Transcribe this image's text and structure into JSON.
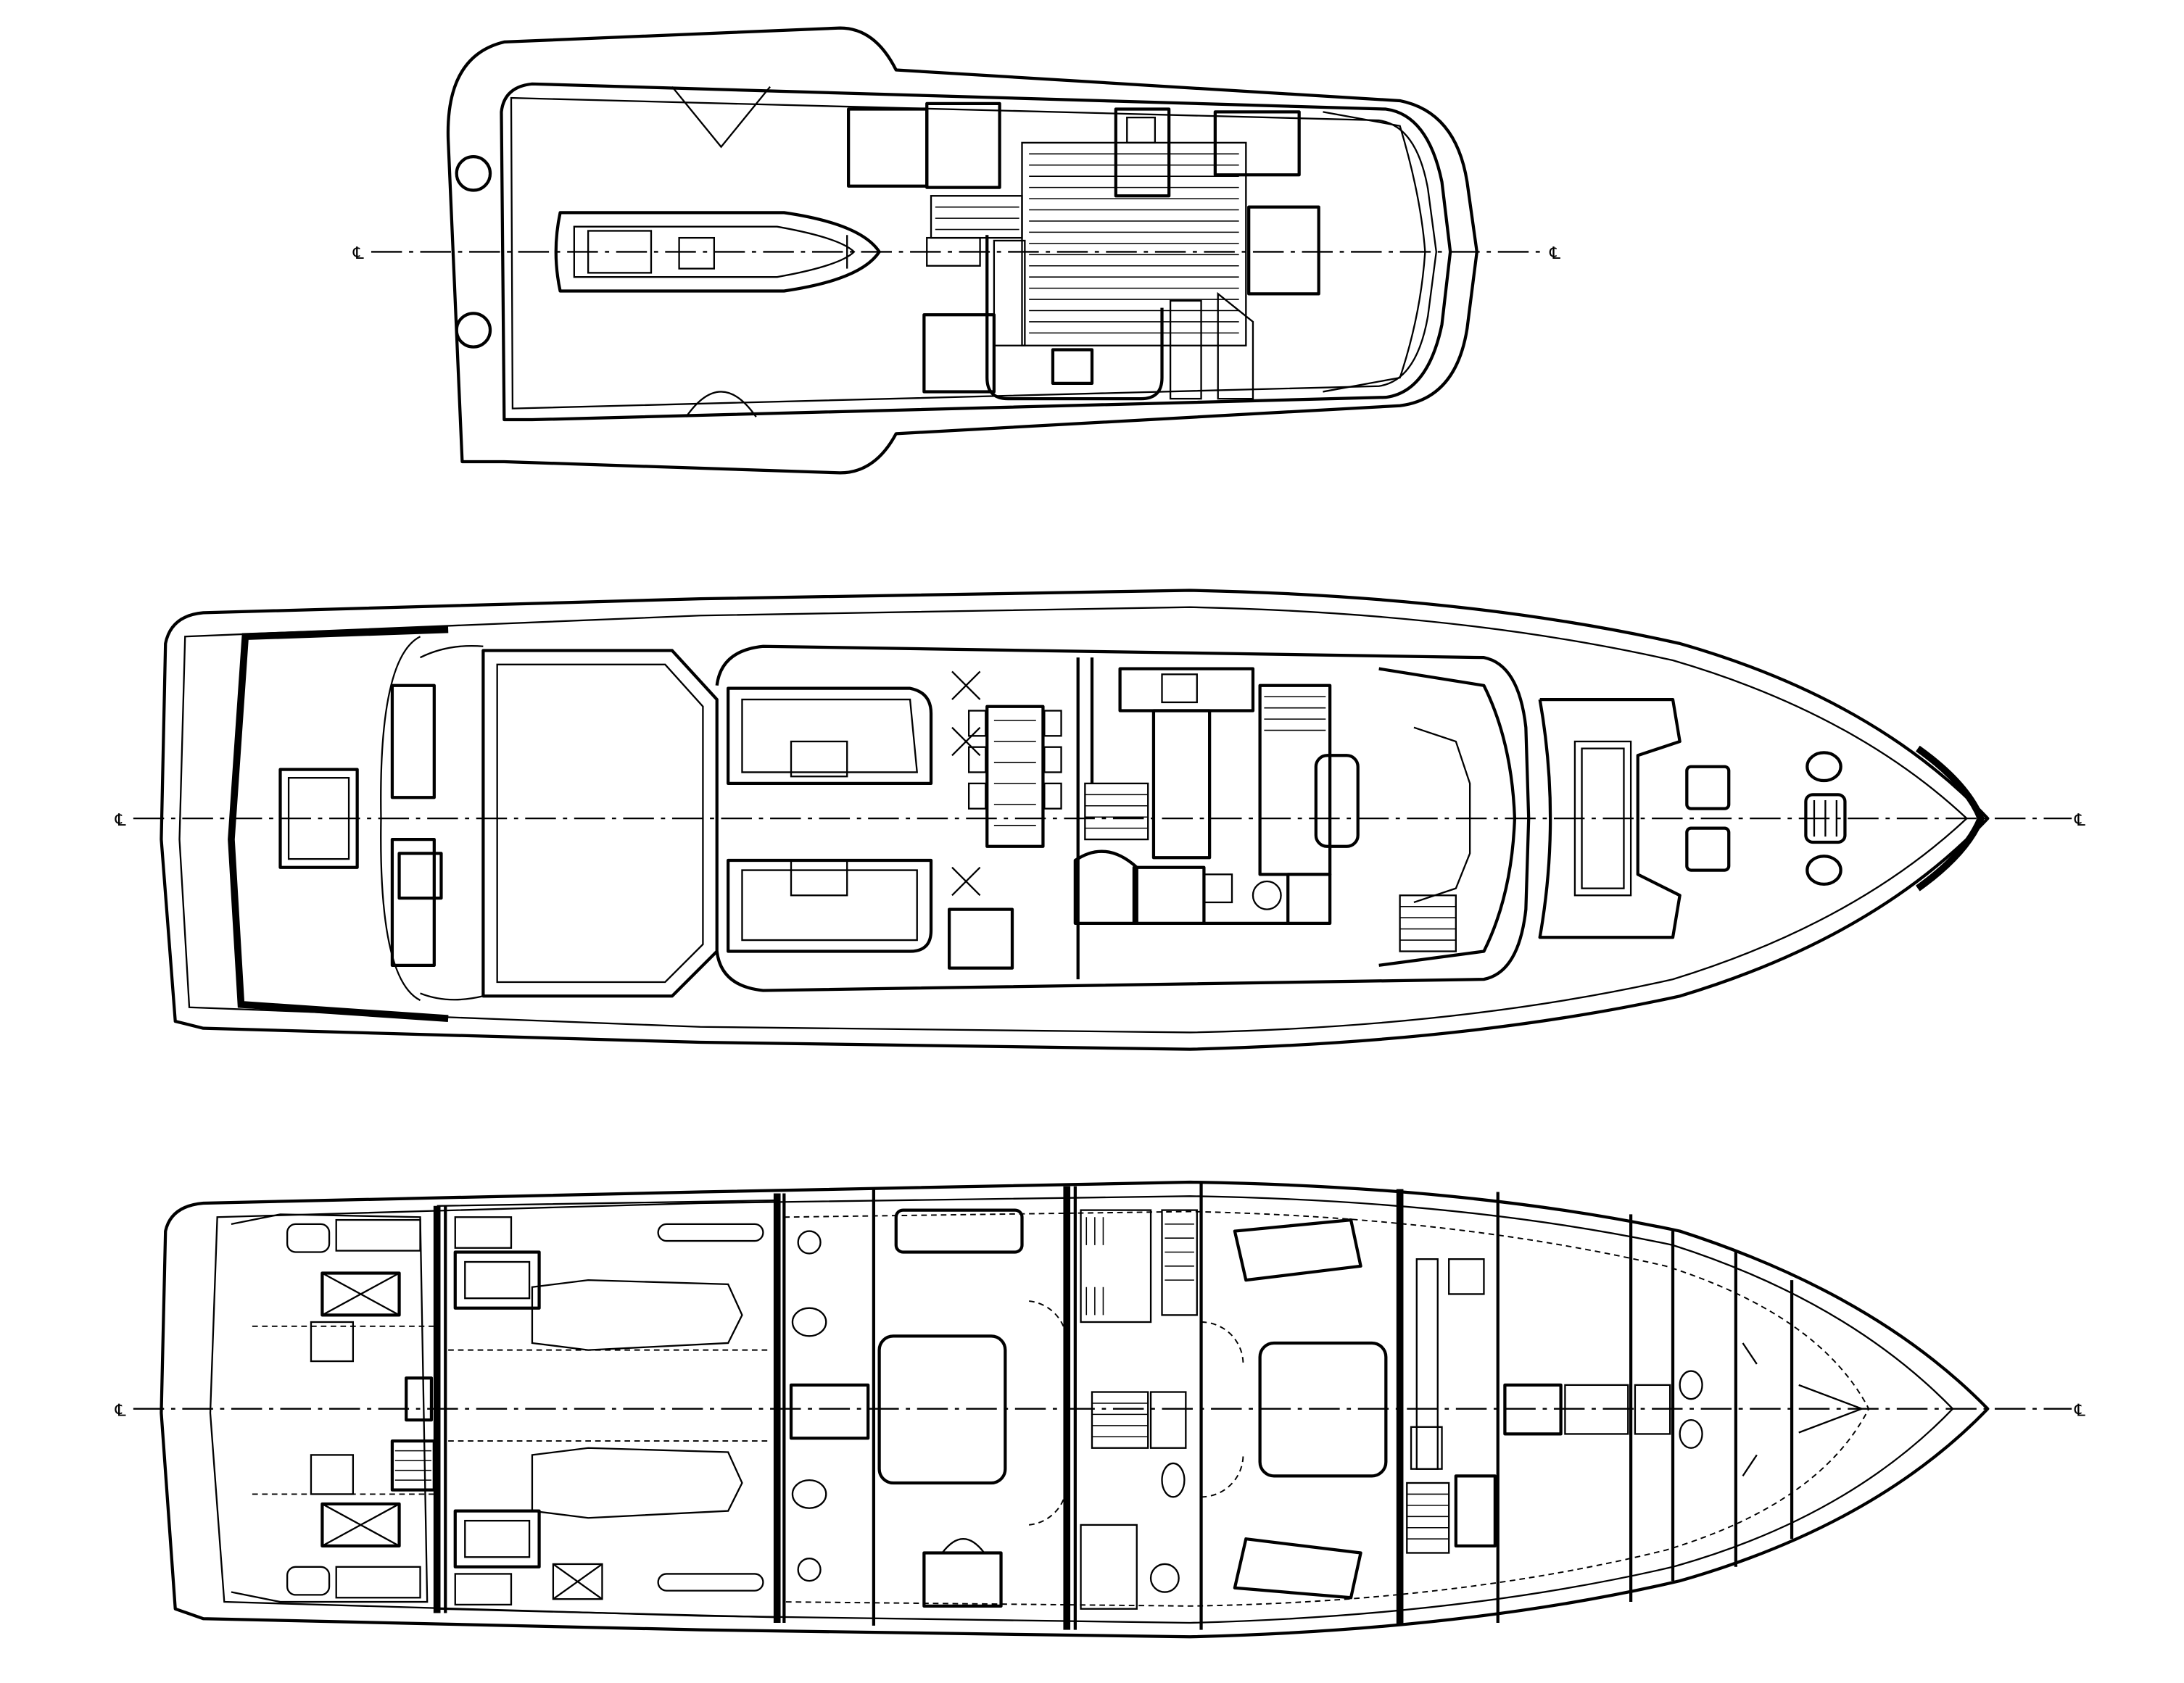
{
  "drawing": {
    "centerline_symbol": "℄",
    "line_color": "#000000",
    "background_color": "#ffffff",
    "decks": [
      {
        "id": "flybridge-deck"
      },
      {
        "id": "main-deck"
      },
      {
        "id": "lower-deck"
      }
    ]
  }
}
